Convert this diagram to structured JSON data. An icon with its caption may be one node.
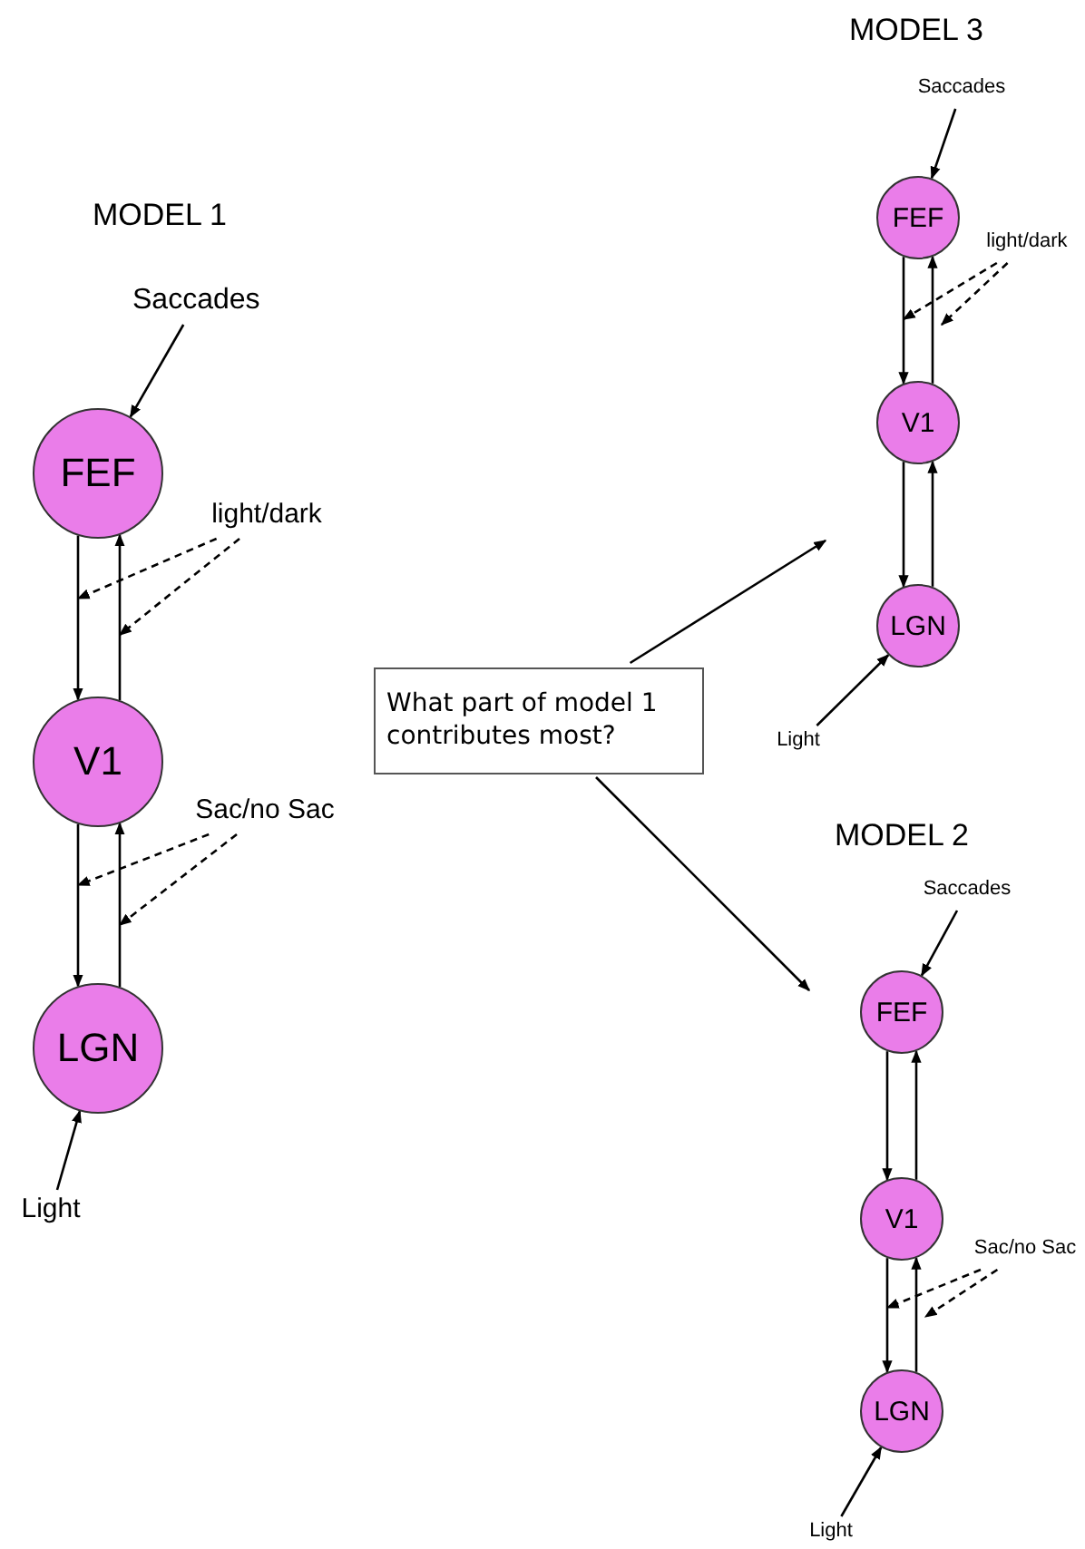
{
  "diagram": {
    "nodes": [
      {
        "text": [
          "Saccades"
        ]
      },
      {
        "text": [
          "FEF"
        ]
      },
      {
        "text": [
          "light/dark"
        ]
      },
      {
        "text": [
          "V1"
        ]
      },
      {
        "text": [
          "Sac/no Sac"
        ]
      },
      {
        "text": [
          "LGN"
        ]
      },
      {
        "text": [
          "Light"
        ]
      },
      {
        "text": [
          "What part of model 1 contributes most?"
        ]
      },
      {
        "text": [
          "Saccades"
        ]
      },
      {
        "text": [
          "FEF"
        ]
      },
      {
        "text": [
          "light/dark"
        ]
      },
      {
        "text": [
          "V1"
        ]
      },
      {
        "text": [
          "LGN"
        ]
      },
      {
        "text": [
          "Light"
        ]
      },
      {
        "text": [
          "Saccades"
        ]
      },
      {
        "text": [
          "FEF"
        ]
      },
      {
        "text": [
          "V1"
        ]
      },
      {
        "text": [
          "Sac/no Sac"
        ]
      },
      {
        "text": [
          "LGN"
        ]
      },
      {
        "text": [
          "Light"
        ]
      }
    ],
    "edges": [
      {
        "from": 0,
        "to": 1,
        "arrow": "to"
      },
      {
        "from": 1,
        "to": 3,
        "arrow": "to"
      },
      {
        "from": 3,
        "to": 1,
        "arrow": "to"
      },
      {
        "from": 2,
        "to": null,
        "arrow": "to",
        "style": "dashed"
      },
      {
        "from": 2,
        "to": null,
        "arrow": "to",
        "style": "dashed"
      },
      {
        "from": 3,
        "to": 5,
        "arrow": "to"
      },
      {
        "from": 5,
        "to": 3,
        "arrow": "to"
      },
      {
        "from": 4,
        "to": null,
        "arrow": "to",
        "style": "dashed"
      },
      {
        "from": 4,
        "to": null,
        "arrow": "to",
        "style": "dashed"
      },
      {
        "from": 6,
        "to": 5,
        "arrow": "to"
      },
      {
        "from": 7,
        "to": null,
        "arrow": "to"
      },
      {
        "from": 7,
        "to": null,
        "arrow": "to"
      },
      {
        "from": 8,
        "to": 9,
        "arrow": "to"
      },
      {
        "from": 9,
        "to": 11,
        "arrow": "to"
      },
      {
        "from": 11,
        "to": 9,
        "arrow": "to"
      },
      {
        "from": 10,
        "to": null,
        "arrow": "to",
        "style": "dashed"
      },
      {
        "from": 10,
        "to": null,
        "arrow": "to",
        "style": "dashed"
      },
      {
        "from": 11,
        "to": 12,
        "arrow": "to"
      },
      {
        "from": 12,
        "to": 11,
        "arrow": "to"
      },
      {
        "from": 13,
        "to": 12,
        "arrow": "to"
      },
      {
        "from": 14,
        "to": 15,
        "arrow": "to"
      },
      {
        "from": 15,
        "to": 16,
        "arrow": "to"
      },
      {
        "from": 16,
        "to": 15,
        "arrow": "to"
      },
      {
        "from": 16,
        "to": 18,
        "arrow": "to"
      },
      {
        "from": 18,
        "to": 16,
        "arrow": "to"
      },
      {
        "from": 17,
        "to": null,
        "arrow": "to",
        "style": "dashed"
      },
      {
        "from": 17,
        "to": null,
        "arrow": "to",
        "style": "dashed"
      },
      {
        "from": 19,
        "to": 18,
        "arrow": "to"
      }
    ],
    "labels": [
      "MODEL 3",
      "MODEL 1",
      "MODEL 2"
    ]
  }
}
